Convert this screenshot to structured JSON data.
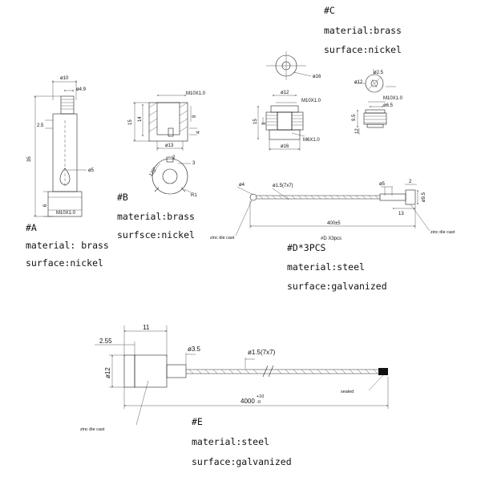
{
  "parts": {
    "A": {
      "tag": "#A",
      "material": "material: brass",
      "surface": "surface:nickel",
      "dims": {
        "top_width": "ø10",
        "slot_width": "ø4.9",
        "offset": "2.5",
        "length": "35",
        "hole": "ø5",
        "thread_len": "6",
        "thread": "M10X1.0"
      }
    },
    "B": {
      "tag": "#B",
      "material": "material:brass",
      "surface": "surfsce:nickel",
      "dims": {
        "thread": "M10X1.0",
        "height_outer": "15",
        "height_inner": "14",
        "dim_9": "9",
        "dim_4": "4",
        "diameter": "ø13",
        "dim_2": "2",
        "dim_3": "3",
        "angle": "120°",
        "radius": "R1"
      }
    },
    "C": {
      "tag": "#C",
      "material": "material:brass",
      "surface": "surface:nickel",
      "dims": {
        "top_diameter": "ø16",
        "inner_diameter": "ø12",
        "thread_top": "M10X1.0",
        "height": "15",
        "dim_3": "3",
        "thread_bottom": "M6X1.0",
        "bottom_diameter": "ø16",
        "small_hole": "ø2.5",
        "small_outer": "ø12",
        "small_thread": "M10X1.0",
        "small_inner": "ø6.5",
        "small_height": "9.5",
        "small_base": "12"
      }
    },
    "D": {
      "tag": "#D*3PCS",
      "material": "material:steel",
      "surface": "surface:galvanized",
      "caption": "#D  X3pcs",
      "dims": {
        "ball": "ø4",
        "cable": "ø1.5(7x7)",
        "pin": "ø5",
        "head_offset": "2",
        "head_diameter": "ø9.5",
        "head_len": "13",
        "length": "400±5"
      },
      "labels": {
        "left": "zinc die cast",
        "right": "zinc die cast"
      }
    },
    "E": {
      "tag": "#E",
      "material": "material:steel",
      "surface": "surface:galvanized",
      "dims": {
        "head_len": "11",
        "head_step": "2.55",
        "head_diameter": "ø12",
        "pin": "ø3.5",
        "cable": "ø1.5(7x7)",
        "length": "4000",
        "tol_upper": "+10",
        "tol_lower": "-0"
      },
      "labels": {
        "sealed": "sealed",
        "die_cast": "zinc die cast"
      }
    }
  }
}
